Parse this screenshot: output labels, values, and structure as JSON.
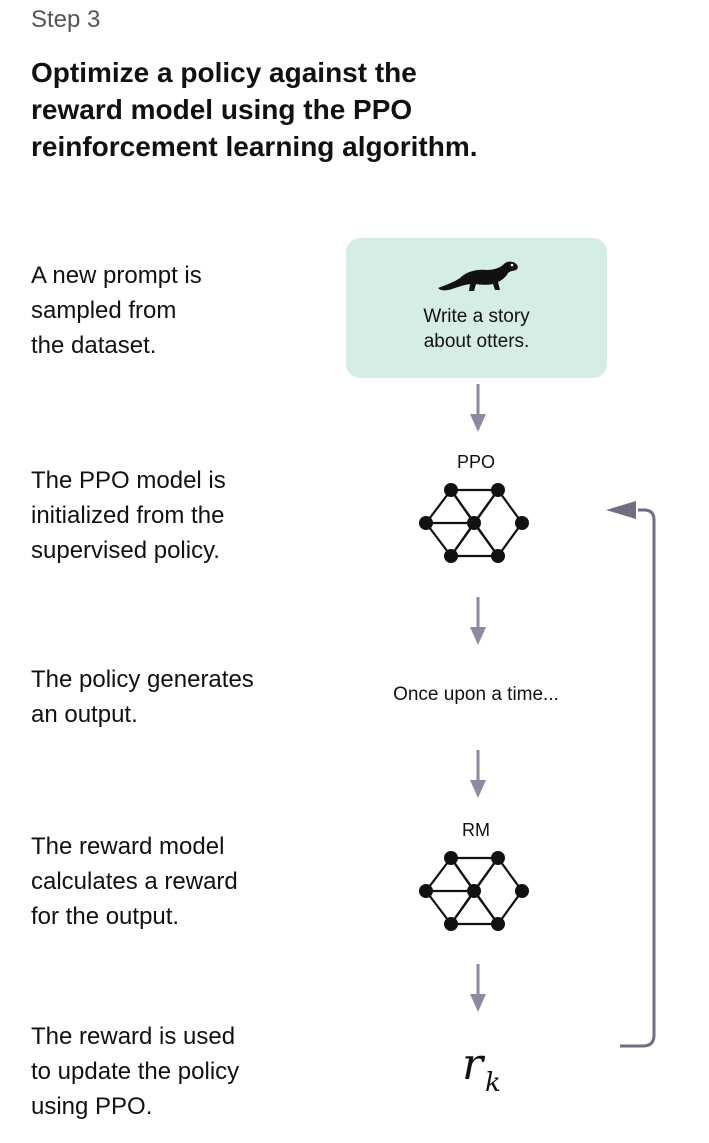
{
  "header": {
    "step": "Step 3",
    "title_lines": [
      "Optimize a policy against the",
      "reward model using the PPO",
      "reinforcement learning algorithm."
    ]
  },
  "steps": [
    {
      "lines": [
        "A new prompt is",
        "sampled from",
        "the dataset."
      ]
    },
    {
      "lines": [
        "The PPO model is",
        "initialized from the",
        "supervised policy."
      ]
    },
    {
      "lines": [
        "The policy generates",
        "an output."
      ]
    },
    {
      "lines": [
        "The reward model",
        "calculates a reward",
        "for the output."
      ]
    },
    {
      "lines": [
        "The reward is used",
        "to update the policy",
        "using PPO."
      ]
    }
  ],
  "diagram": {
    "prompt_lines": [
      "Write a story",
      "about otters."
    ],
    "prompt_icon": "otter-icon",
    "ppo_label": "PPO",
    "output_text": "Once upon a time...",
    "rm_label": "RM",
    "reward_symbol": "r",
    "reward_subscript": "k"
  },
  "colors": {
    "prompt_box": "#d5ede2",
    "arrow": "#8a8aa0",
    "loop": "#6e6e84",
    "node": "#111111"
  }
}
